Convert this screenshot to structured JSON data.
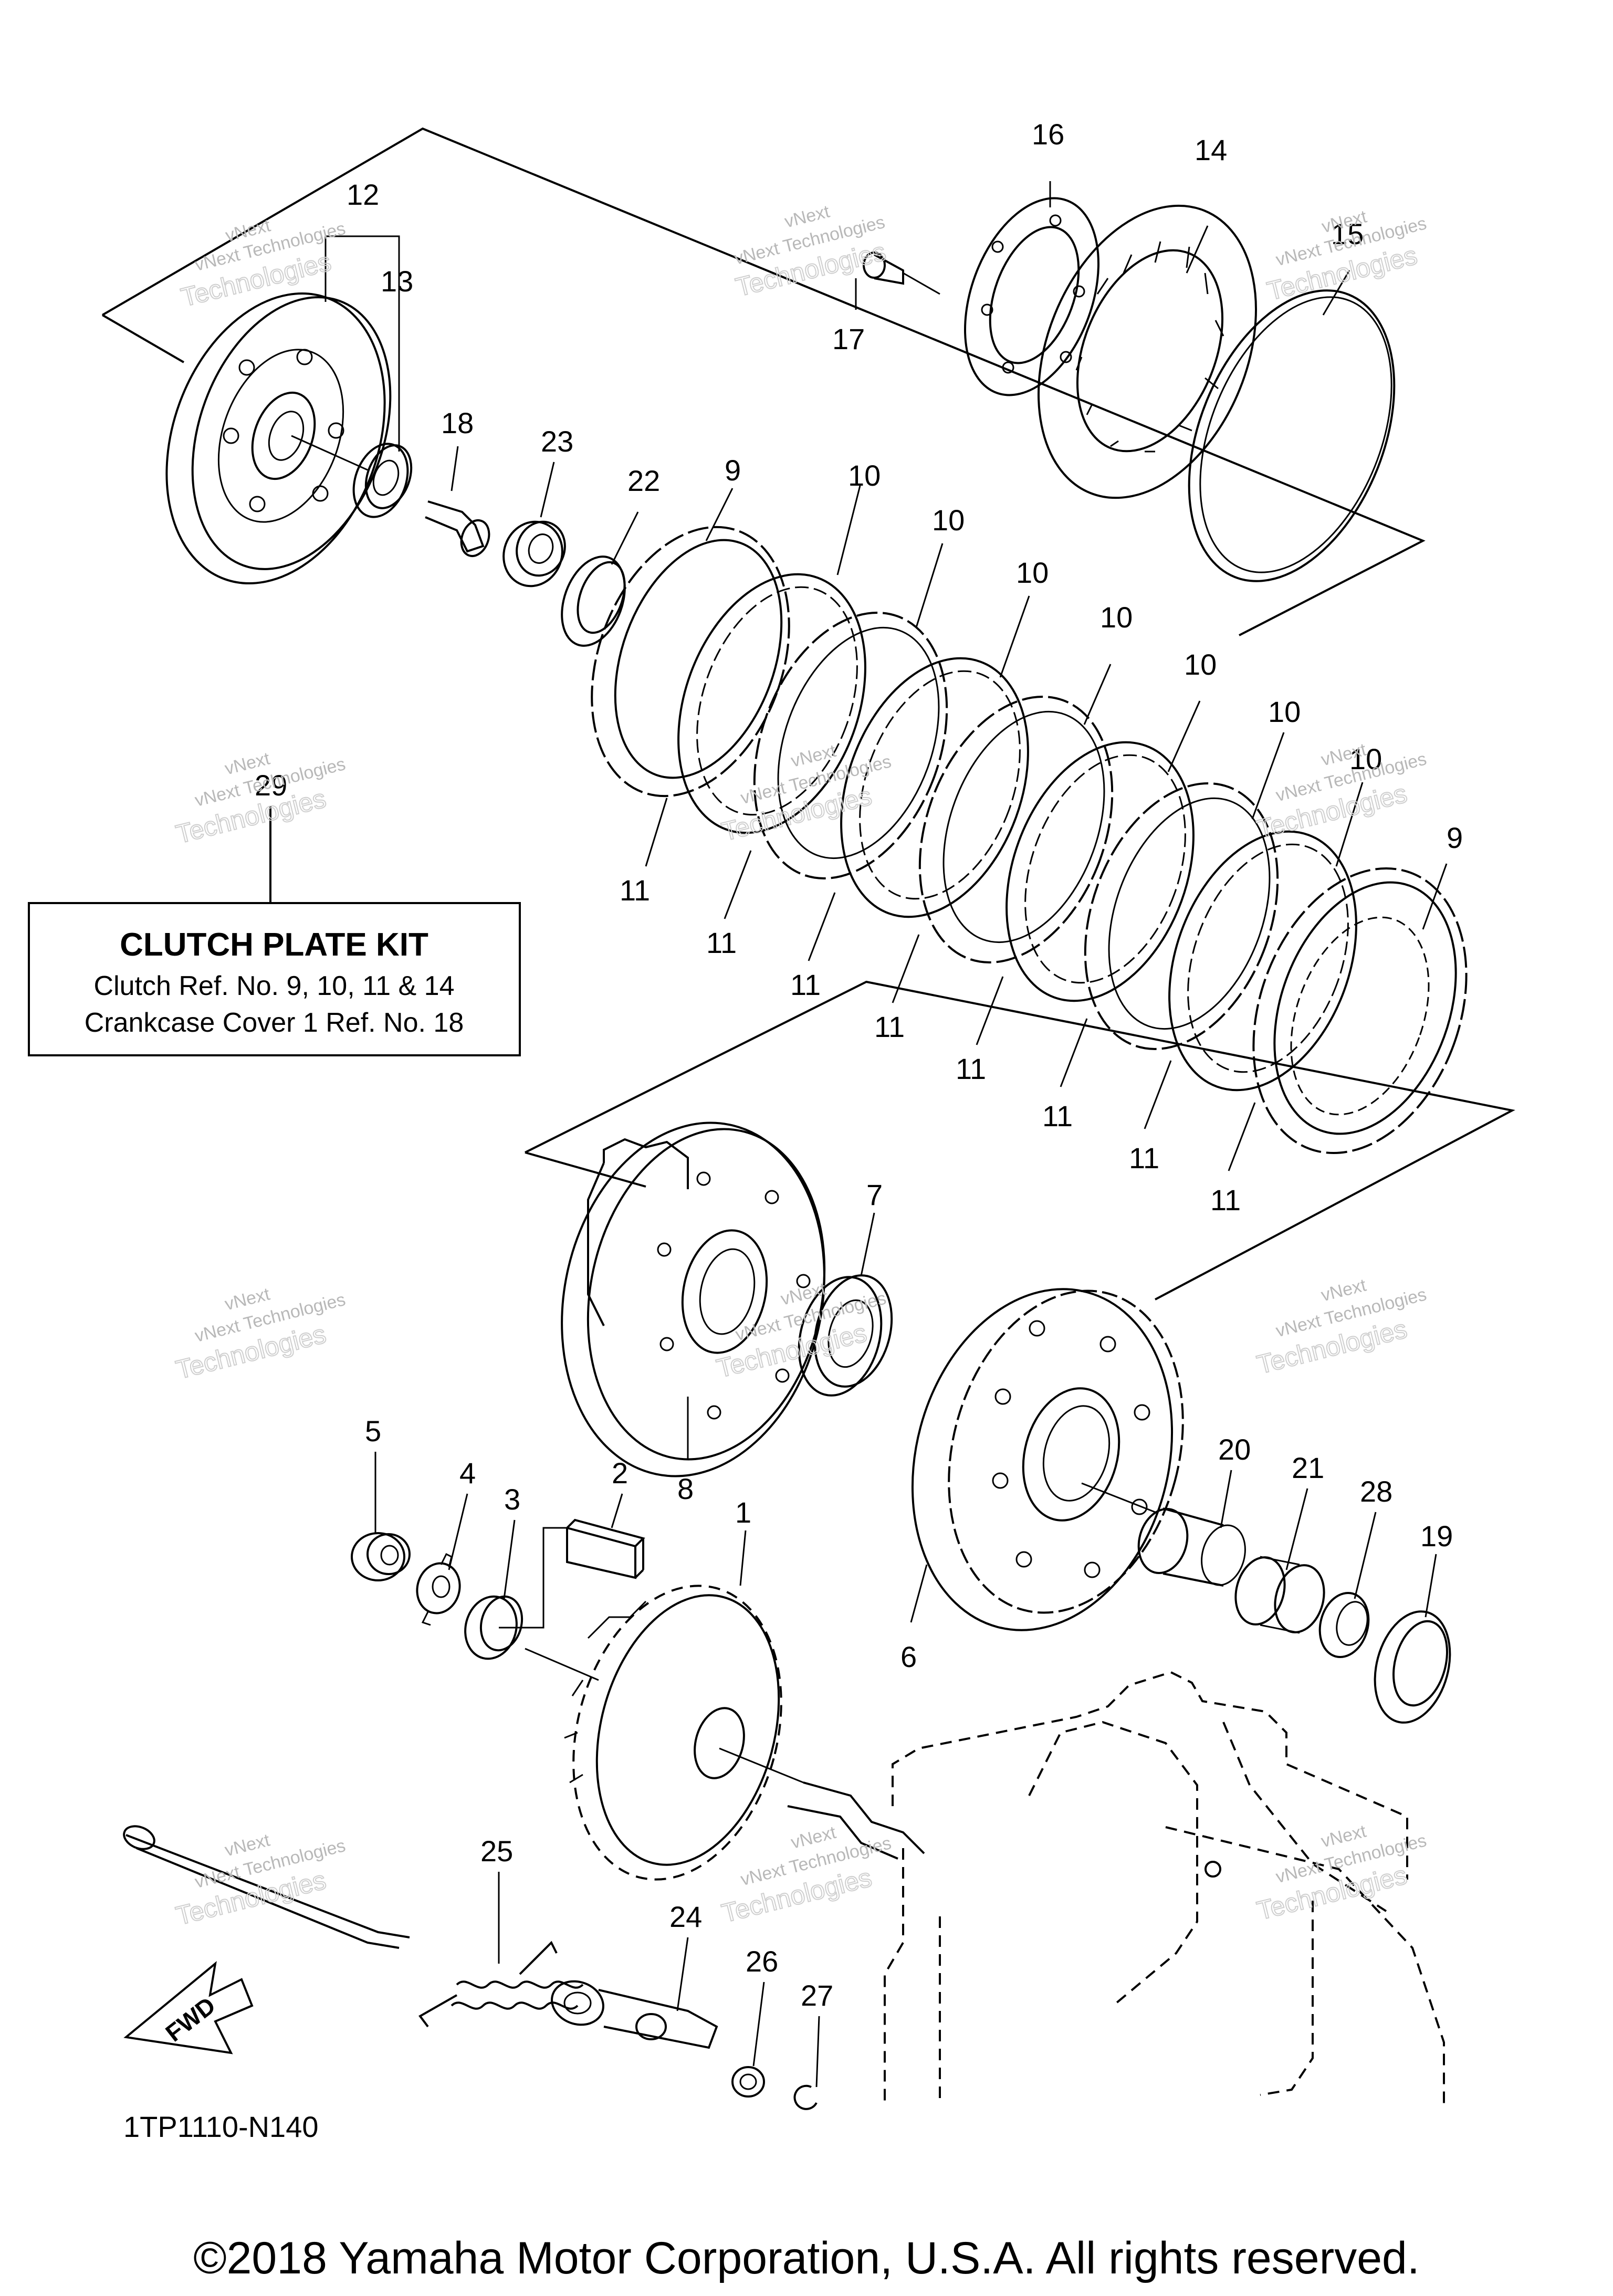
{
  "diagram": {
    "diagram_code": "1TP1110-N140",
    "copyright": "©2018 Yamaha Motor Corporation, U.S.A. All rights reserved.",
    "watermark": {
      "line1": "vNext",
      "line2": "Technologies",
      "full": "vNext Technologies"
    },
    "kit_box": {
      "callout": "29",
      "title": "CLUTCH PLATE KIT",
      "line1": "Clutch Ref. No. 9, 10, 11 & 14",
      "line2": "Crankcase Cover 1 Ref. No. 18"
    },
    "fwd_label": "FWD",
    "callouts": {
      "c1": "1",
      "c2": "2",
      "c3": "3",
      "c4": "4",
      "c5": "5",
      "c6": "6",
      "c7": "7",
      "c8": "8",
      "c9a": "9",
      "c9b": "9",
      "c10": "10",
      "c11": "11",
      "c12": "12",
      "c13": "13",
      "c14": "14",
      "c15": "15",
      "c16": "16",
      "c17": "17",
      "c18": "18",
      "c19": "19",
      "c20": "20",
      "c21": "21",
      "c22": "22",
      "c23": "23",
      "c24": "24",
      "c25": "25",
      "c26": "26",
      "c27": "27",
      "c28": "28"
    }
  }
}
